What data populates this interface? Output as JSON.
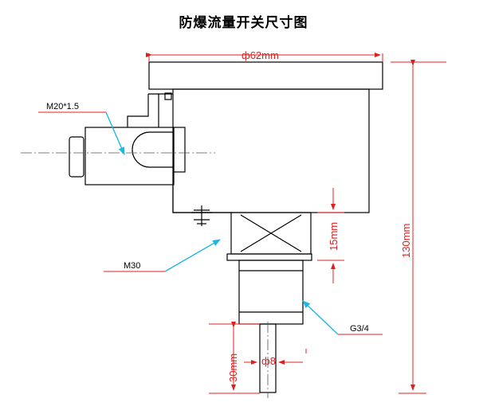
{
  "title": "防爆流量开关尺寸图",
  "labels": {
    "cable_thread": "M20*1.5",
    "nut_thread": "M30",
    "pipe_thread": "G3/4"
  },
  "dimensions": {
    "width": "ф62mm",
    "total_height": "130mm",
    "hex_height": "15mm",
    "stem_length": "30mm",
    "stem_diameter": "ф8"
  },
  "colors": {
    "outline": "#000000",
    "dimension": "#e02020",
    "leader": "#1cb8e6"
  }
}
